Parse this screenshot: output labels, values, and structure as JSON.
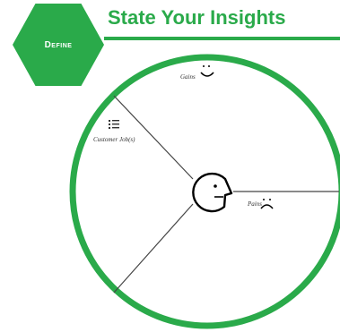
{
  "header": {
    "badge_label": "Define",
    "title": "State Your Insights"
  },
  "diagram": {
    "labels": {
      "gains": "Gains",
      "customer_jobs": "Customer Job(s)",
      "pains": "Pains"
    }
  },
  "colors": {
    "accent": "#2aaa4a",
    "lines": "#444444"
  },
  "icons": [
    "smile-icon",
    "list-icon",
    "frown-icon",
    "head-profile-icon"
  ]
}
